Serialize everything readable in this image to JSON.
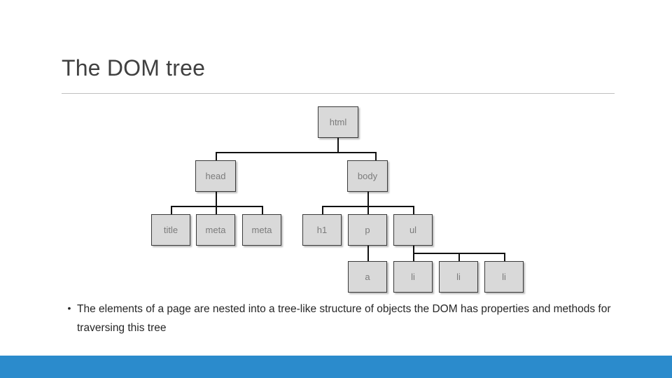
{
  "slide": {
    "title": "The DOM tree",
    "bullets": [
      {
        "marker": "•",
        "text": "The elements of a page are nested into a tree-like structure of objects the DOM has properties and methods for traversing this tree"
      }
    ],
    "accent_color": "#2b8bcc",
    "title_color": "#404040",
    "node_fill": "#d9d9d9",
    "node_border": "#3a3a3a",
    "node_text_color": "#7b7b7b"
  },
  "diagram": {
    "type": "tree",
    "nodes": [
      {
        "id": "html",
        "label": "html"
      },
      {
        "id": "head",
        "label": "head"
      },
      {
        "id": "body",
        "label": "body"
      },
      {
        "id": "title",
        "label": "title"
      },
      {
        "id": "meta1",
        "label": "meta"
      },
      {
        "id": "meta2",
        "label": "meta"
      },
      {
        "id": "h1",
        "label": "h1"
      },
      {
        "id": "p",
        "label": "p"
      },
      {
        "id": "ul",
        "label": "ul"
      },
      {
        "id": "a",
        "label": "a"
      },
      {
        "id": "li1",
        "label": "li"
      },
      {
        "id": "li2",
        "label": "li"
      },
      {
        "id": "li3",
        "label": "li"
      }
    ],
    "edges": [
      {
        "from": "html",
        "to": "head"
      },
      {
        "from": "html",
        "to": "body"
      },
      {
        "from": "head",
        "to": "title"
      },
      {
        "from": "head",
        "to": "meta1"
      },
      {
        "from": "head",
        "to": "meta2"
      },
      {
        "from": "body",
        "to": "h1"
      },
      {
        "from": "body",
        "to": "p"
      },
      {
        "from": "body",
        "to": "ul"
      },
      {
        "from": "p",
        "to": "a"
      },
      {
        "from": "ul",
        "to": "li1"
      },
      {
        "from": "ul",
        "to": "li2"
      },
      {
        "from": "ul",
        "to": "li3"
      }
    ]
  }
}
